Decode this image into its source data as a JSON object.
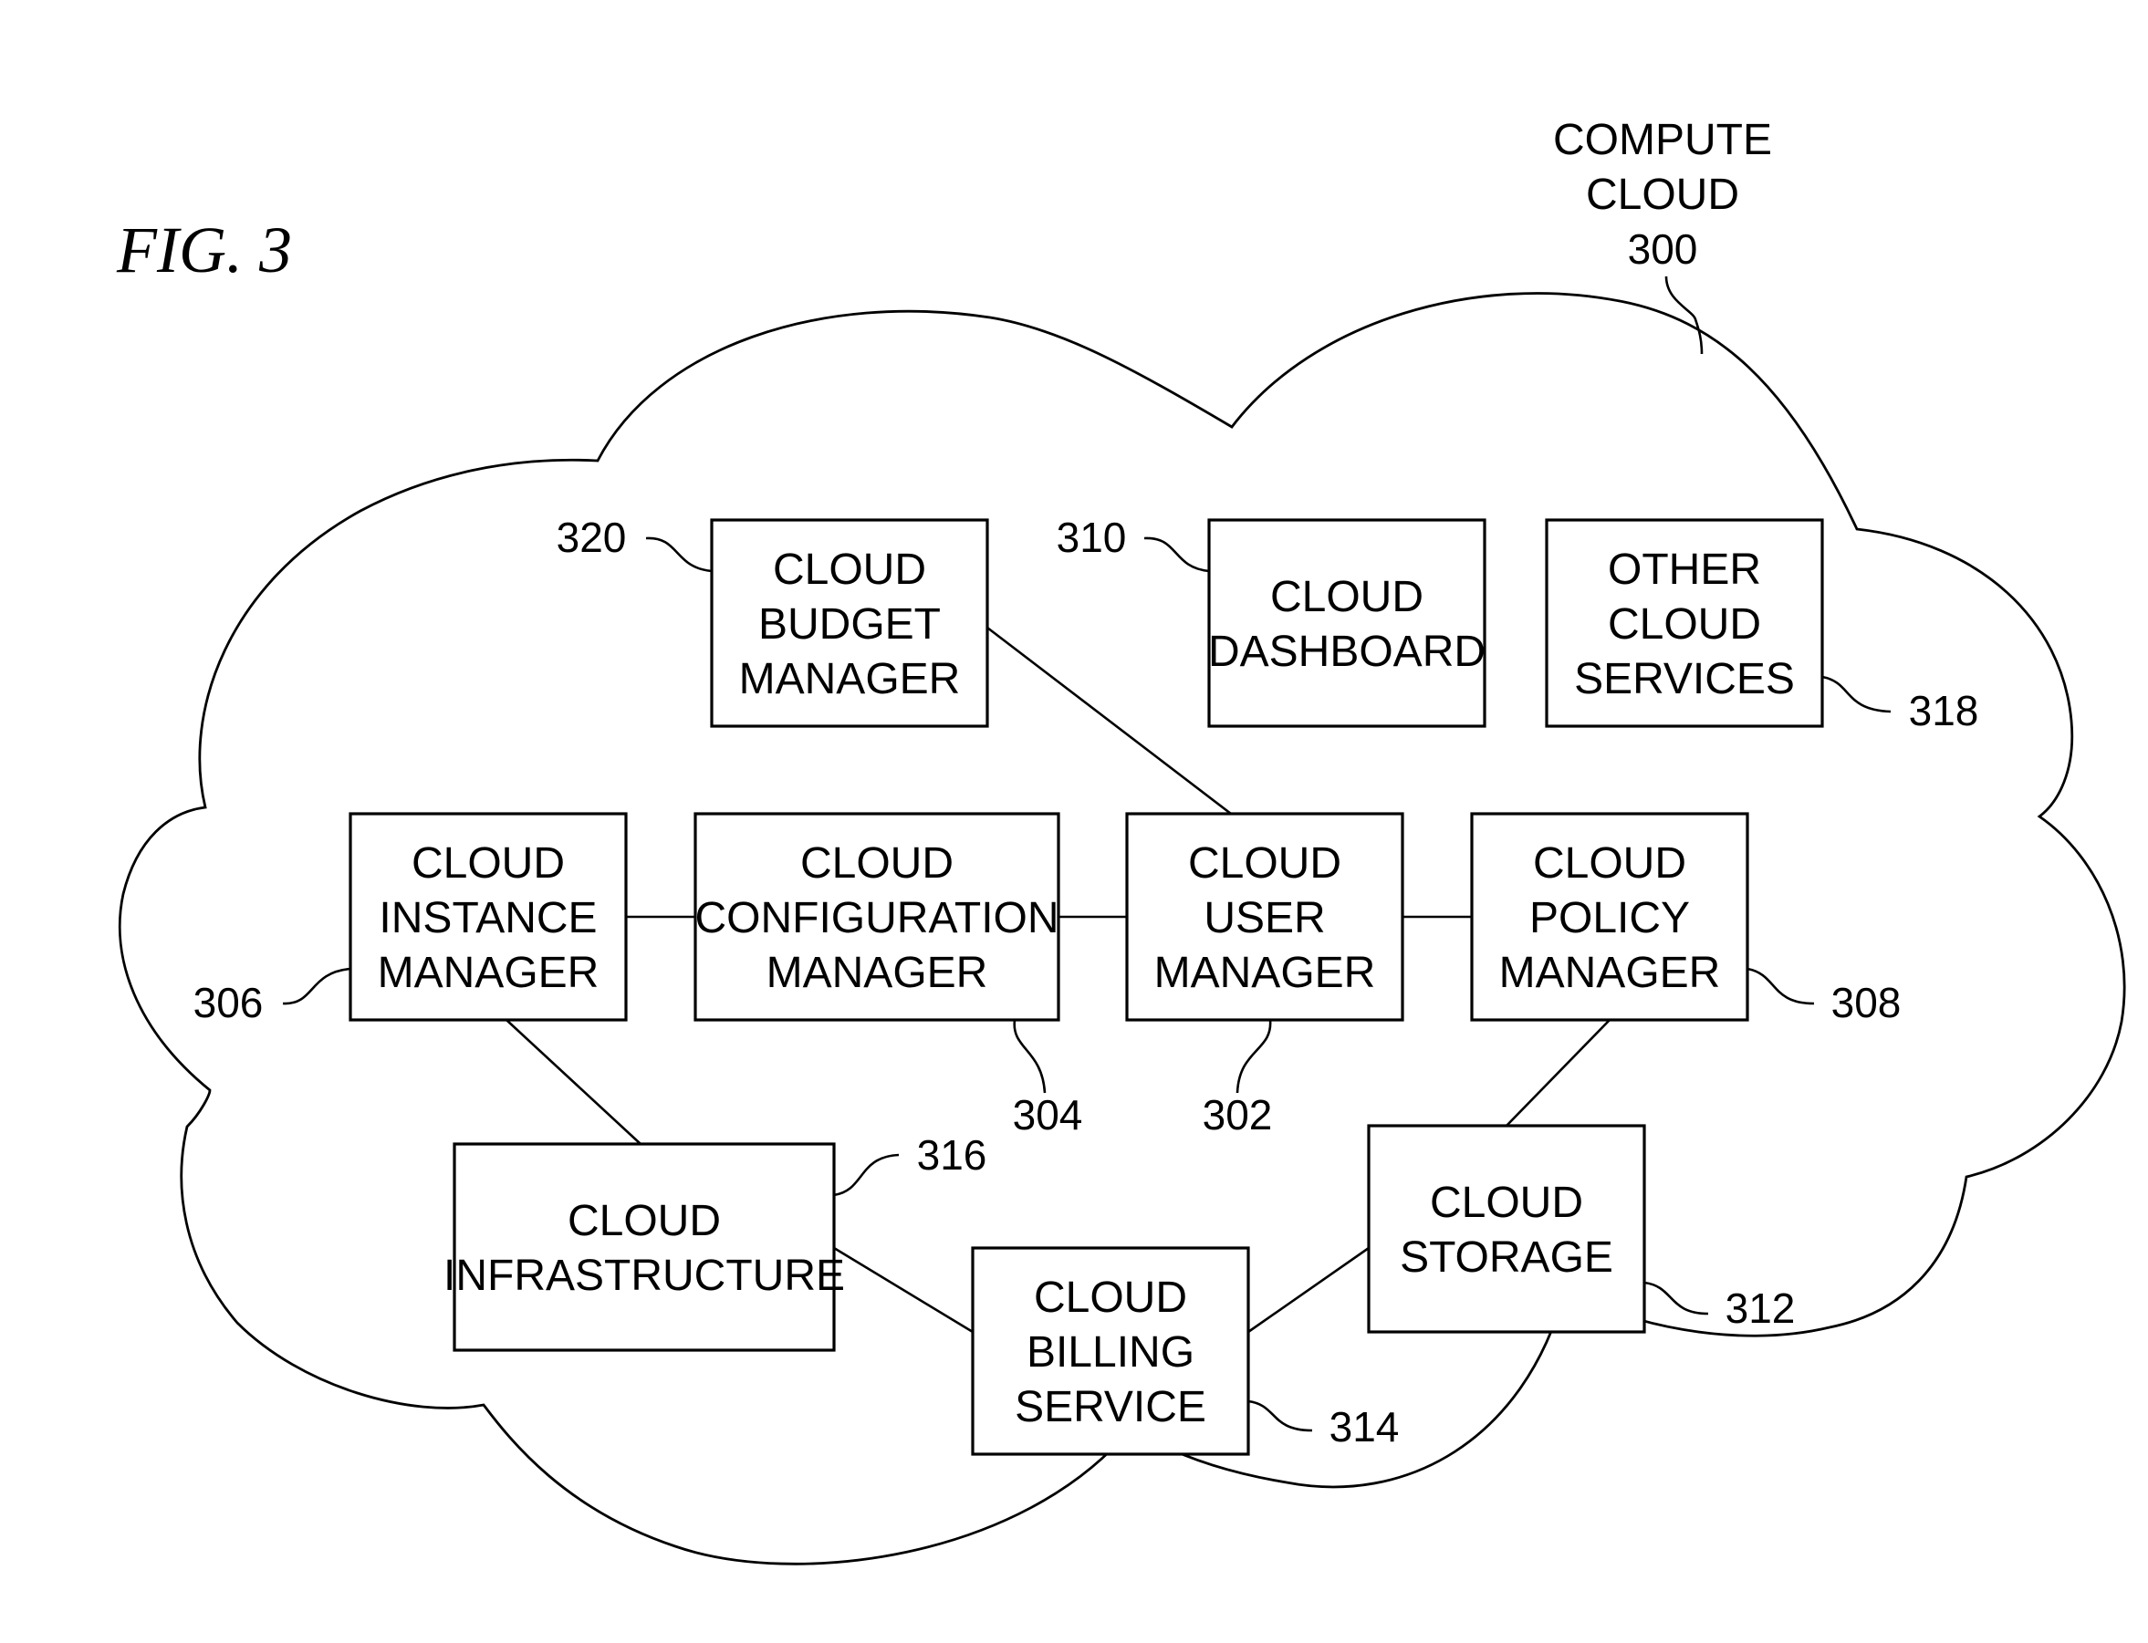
{
  "figure_label": "FIG. 3",
  "cloud": {
    "name_lines": [
      "COMPUTE",
      "CLOUD"
    ],
    "ref": "300"
  },
  "components": [
    {
      "id": "budget",
      "lines": [
        "CLOUD",
        "BUDGET",
        "MANAGER"
      ],
      "ref": "320"
    },
    {
      "id": "dashboard",
      "lines": [
        "CLOUD",
        "DASHBOARD"
      ],
      "ref": "310"
    },
    {
      "id": "other",
      "lines": [
        "OTHER",
        "CLOUD",
        "SERVICES"
      ],
      "ref": "318"
    },
    {
      "id": "instance",
      "lines": [
        "CLOUD",
        "INSTANCE",
        "MANAGER"
      ],
      "ref": "306"
    },
    {
      "id": "configuration",
      "lines": [
        "CLOUD",
        "CONFIGURATION",
        "MANAGER"
      ],
      "ref": "304"
    },
    {
      "id": "user",
      "lines": [
        "CLOUD",
        "USER",
        "MANAGER"
      ],
      "ref": "302"
    },
    {
      "id": "policy",
      "lines": [
        "CLOUD",
        "POLICY",
        "MANAGER"
      ],
      "ref": "308"
    },
    {
      "id": "infrastructure",
      "lines": [
        "CLOUD",
        "INFRASTRUCTURE"
      ],
      "ref": "316"
    },
    {
      "id": "billing",
      "lines": [
        "CLOUD",
        "BILLING",
        "SERVICE"
      ],
      "ref": "314"
    },
    {
      "id": "storage",
      "lines": [
        "CLOUD",
        "STORAGE"
      ],
      "ref": "312"
    }
  ],
  "connections": [
    [
      "budget",
      "user"
    ],
    [
      "instance",
      "configuration"
    ],
    [
      "configuration",
      "user"
    ],
    [
      "user",
      "policy"
    ],
    [
      "instance",
      "infrastructure"
    ],
    [
      "infrastructure",
      "billing"
    ],
    [
      "billing",
      "storage"
    ],
    [
      "policy",
      "storage"
    ]
  ]
}
